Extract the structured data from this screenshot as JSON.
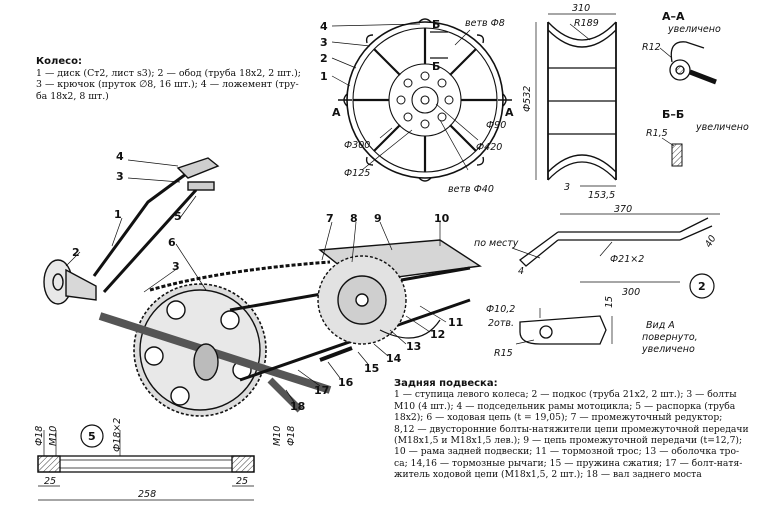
{
  "wheel_legend": {
    "title": "Колесо:",
    "lines": [
      "1 — диск (Ст2, лист s3); 2 — обод (труба 18х2, 2 шт.);",
      "3 — крючок (пруток ∅8, 16 шт.); 4 — ложемент (тру-",
      "ба 18х2, 8 шт.)"
    ]
  },
  "suspension_legend": {
    "title": "Задняя подвеска:",
    "lines": [
      "1 — ступица левого колеса; 2 — подкос (труба 21х2, 2 шт.); 3 — болты",
      "М10 (4 шт.); 4 — подседельник рамы мотоцикла; 5 — распорка (труба",
      "18х2); 6 — ходовая цепь (t = 19,05); 7 — промежуточный редуктор;",
      "8,12 — двусторонние болты-натяжители цепи промежуточной передачи",
      "(М18х1,5 и М18х1,5 лев.); 9 — цепь промежуточной передачи (t=12,7);",
      "10 — рама задней подвески; 11 — тормозной трос; 13 — оболочка тро-",
      "са; 14,16 — тормозные рычаги; 15 — пружина сжатия; 17 — болт-натя-",
      "житель ходовой цепи (М18х1,5, 2 шт.); 18 — вал заднего моста"
    ]
  },
  "wheel_view": {
    "callouts": [
      "4",
      "3",
      "2",
      "1"
    ],
    "section_marks": [
      "А",
      "А",
      "Б",
      "Б"
    ],
    "dims": {
      "weld_top": "ветв Ф8",
      "d300": "Ф300",
      "d125": "Ф125",
      "d420": "Ф420",
      "d90": "Ф90",
      "weld_bottom": "ветв Ф40"
    }
  },
  "rim_view": {
    "dims": {
      "width": "310",
      "radius": "R189",
      "height": "Ф532",
      "small": "3",
      "offset": "153,5"
    }
  },
  "section_aa": {
    "title": "А–А",
    "subtitle": "увеличено",
    "radius": "R12"
  },
  "section_bb": {
    "title": "Б–Б",
    "subtitle": "увеличено",
    "radius": "R1,5"
  },
  "strut": {
    "dims": {
      "length": "370",
      "fit": "по месту",
      "angle": "4",
      "tube": "Ф21×2",
      "short": "300",
      "end": "40",
      "hole": "Ф10,2",
      "holes_count": "2отв.",
      "hole_h": "15",
      "radius": "R15"
    },
    "view": {
      "title": "Вид А",
      "sub1": "повернуто,",
      "sub2": "увеличено"
    },
    "badge": "2"
  },
  "spacer": {
    "badge": "5",
    "dims": {
      "d18a": "Ф18",
      "m10a": "М10",
      "tube": "Ф18×2",
      "m10b": "М10",
      "d18b": "Ф18",
      "l25a": "25",
      "l25b": "25",
      "total": "258"
    }
  },
  "assembly": {
    "callouts": [
      "4",
      "3",
      "1",
      "5",
      "2",
      "6",
      "3",
      "7",
      "8",
      "9",
      "10",
      "11",
      "12",
      "13",
      "14",
      "15",
      "16",
      "17",
      "18"
    ]
  }
}
